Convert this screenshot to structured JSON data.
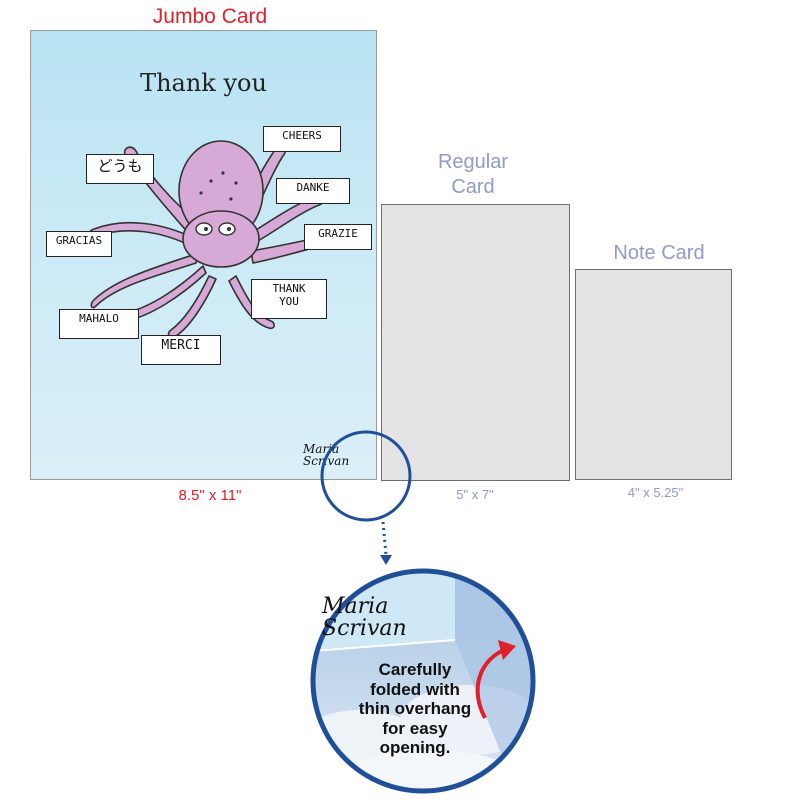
{
  "jumbo": {
    "heading": "Jumbo Card",
    "size": "8.5\" x 11\"",
    "card_title": "Thank you",
    "signs": [
      "どうも",
      "CHEERS",
      "DANKE",
      "GRACIAS",
      "GRAZIE",
      "THANK YOU",
      "MAHALO",
      "MERCI"
    ],
    "signature": "Maria Scrivan"
  },
  "regular": {
    "heading_line1": "Regular",
    "heading_line2": "Card",
    "size": "5\" x 7\""
  },
  "note": {
    "heading": "Note Card",
    "size": "4\" x 5.25\""
  },
  "zoom": {
    "signature": "Maria Scrivan",
    "caption_lines": [
      "Carefully",
      "folded with",
      "thin overhang",
      "for easy",
      "opening."
    ]
  },
  "colors": {
    "red": "#e0202a",
    "blue_label": "#8f9bc9",
    "circle": "#1f4f99",
    "octopus": "#d7a9d6"
  }
}
